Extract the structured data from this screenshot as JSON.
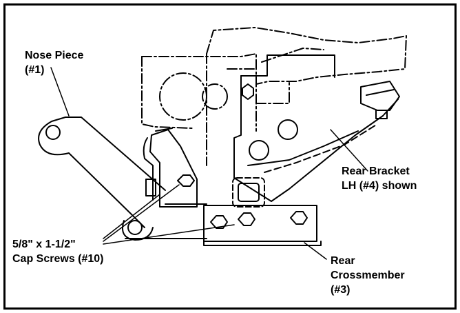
{
  "callouts": {
    "nose_piece": {
      "line1": "Nose Piece",
      "line2": "(#1)"
    },
    "rear_bracket": {
      "line1": "Rear Bracket",
      "line2": "LH (#4) shown"
    },
    "cap_screws": {
      "line1": "5/8\" x 1-1/2\"",
      "line2": "Cap Screws (#10)"
    },
    "rear_crossmember": {
      "line1": "Rear",
      "line2": "Crossmember",
      "line3": "(#3)"
    }
  }
}
